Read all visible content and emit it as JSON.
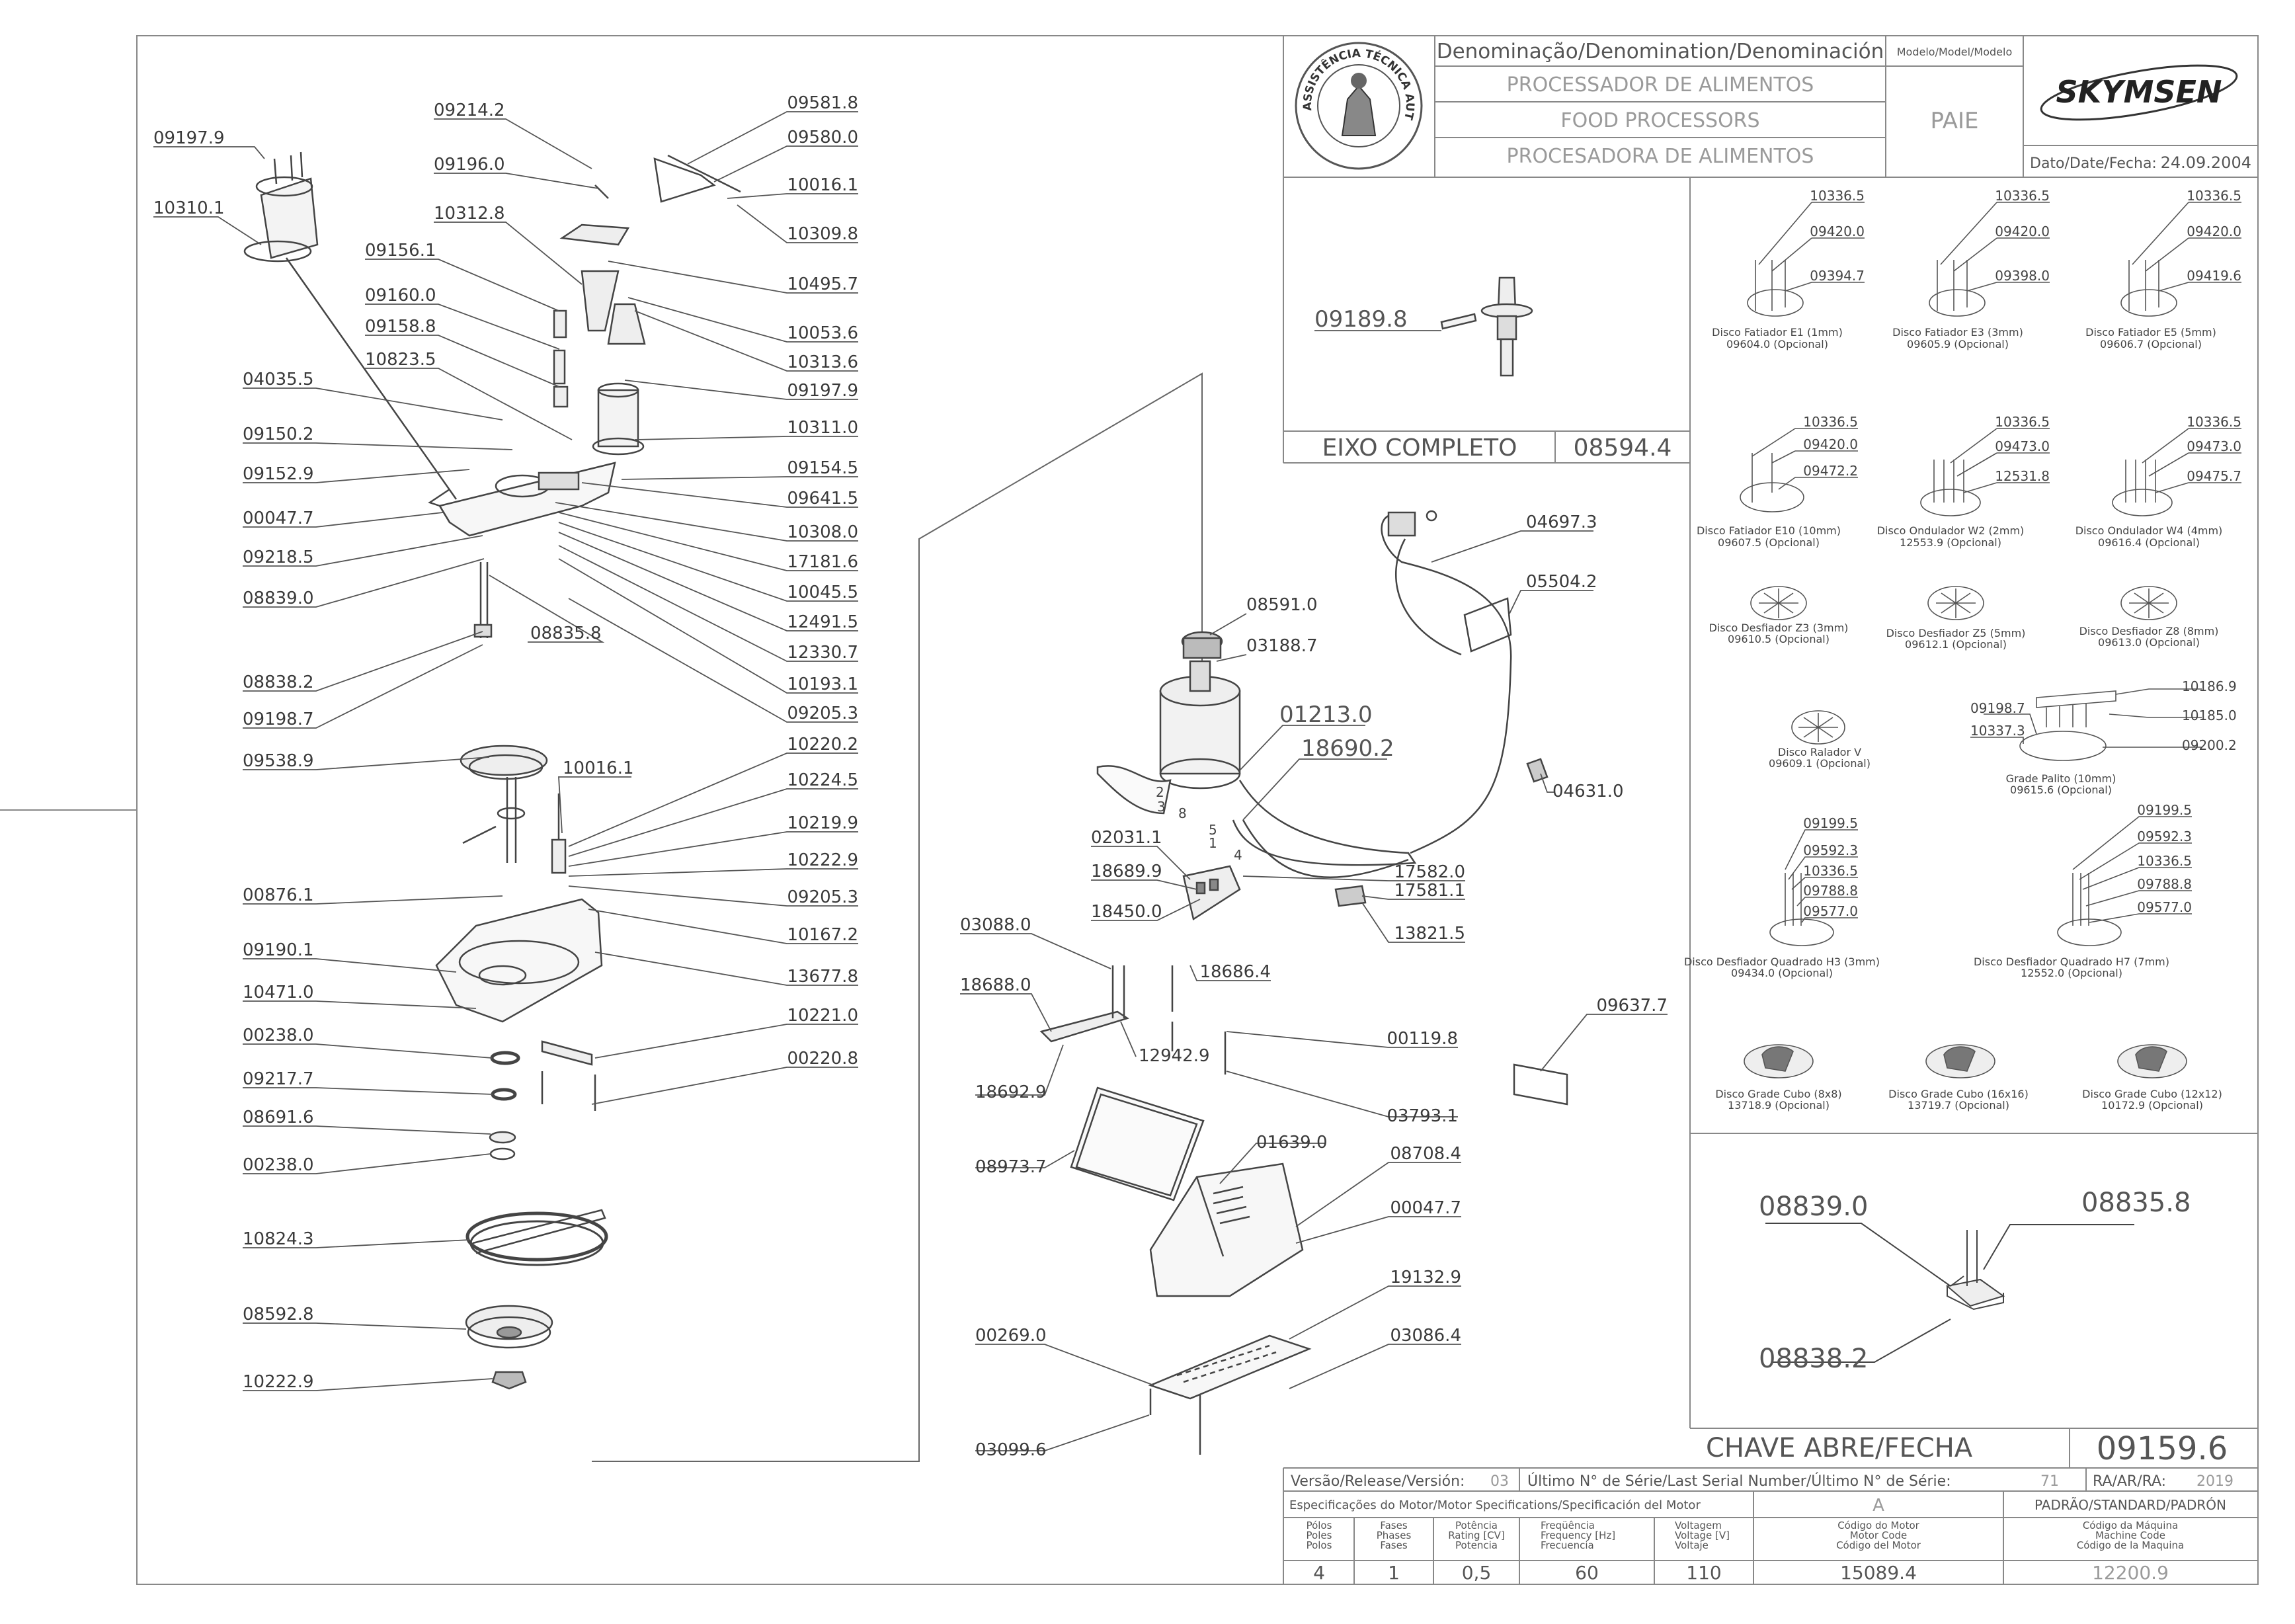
{
  "title_block": {
    "denomination_header": "Denominação/Denomination/Denominación",
    "model_header": "Modelo/Model/Modelo",
    "name_pt": "PROCESSADOR DE ALIMENTOS",
    "name_en": "FOOD PROCESSORS",
    "name_es": "PROCESADORA DE ALIMENTOS",
    "model": "PAIE",
    "brand": "SKYMSEN",
    "date_label": "Dato/Date/Fecha:",
    "date": "24.09.2004",
    "seal_text": "ASSISTÊNCIA TÉCNICA AUTORIZADA"
  },
  "left_labels": [
    {
      "id": "09197.9"
    },
    {
      "id": "10310.1"
    },
    {
      "id": "09214.2"
    },
    {
      "id": "09196.0"
    },
    {
      "id": "10312.8"
    },
    {
      "id": "09156.1"
    },
    {
      "id": "09160.0"
    },
    {
      "id": "09158.8"
    },
    {
      "id": "10823.5"
    },
    {
      "id": "04035.5"
    },
    {
      "id": "09150.2"
    },
    {
      "id": "09152.9"
    },
    {
      "id": "00047.7"
    },
    {
      "id": "09218.5"
    },
    {
      "id": "08839.0"
    },
    {
      "id": "08835.8"
    },
    {
      "id": "08838.2"
    },
    {
      "id": "09198.7"
    },
    {
      "id": "09581.8"
    },
    {
      "id": "09580.0"
    },
    {
      "id": "10016.1"
    },
    {
      "id": "10309.8"
    },
    {
      "id": "10495.7"
    },
    {
      "id": "10053.6"
    },
    {
      "id": "10313.6"
    },
    {
      "id": "09197.9"
    },
    {
      "id": "10311.0"
    },
    {
      "id": "09154.5"
    },
    {
      "id": "09641.5"
    },
    {
      "id": "10308.0"
    },
    {
      "id": "17181.6"
    },
    {
      "id": "10045.5"
    },
    {
      "id": "12491.5"
    },
    {
      "id": "12330.7"
    },
    {
      "id": "10193.1"
    },
    {
      "id": "09205.3"
    },
    {
      "id": "09538.9"
    },
    {
      "id": "10016.1"
    },
    {
      "id": "10220.2"
    },
    {
      "id": "10224.5"
    },
    {
      "id": "10219.9"
    },
    {
      "id": "10222.9"
    },
    {
      "id": "09205.3"
    },
    {
      "id": "10167.2"
    },
    {
      "id": "13677.8"
    },
    {
      "id": "00876.1"
    },
    {
      "id": "09190.1"
    },
    {
      "id": "10471.0"
    },
    {
      "id": "10221.0"
    },
    {
      "id": "00220.8"
    },
    {
      "id": "00238.0"
    },
    {
      "id": "09217.7"
    },
    {
      "id": "08691.6"
    },
    {
      "id": "00238.0"
    },
    {
      "id": "10824.3"
    },
    {
      "id": "08592.8"
    },
    {
      "id": "10222.9"
    }
  ],
  "center_labels": [
    {
      "id": "04697.3"
    },
    {
      "id": "05504.2"
    },
    {
      "id": "08591.0"
    },
    {
      "id": "03188.7"
    },
    {
      "id": "01213.0"
    },
    {
      "id": "18690.2"
    },
    {
      "id": "04631.0"
    },
    {
      "id": "02031.1"
    },
    {
      "id": "18689.9"
    },
    {
      "id": "18450.0"
    },
    {
      "id": "17582.0"
    },
    {
      "id": "17581.1"
    },
    {
      "id": "13821.5"
    },
    {
      "id": "18686.4"
    },
    {
      "id": "03088.0"
    },
    {
      "id": "18688.0"
    },
    {
      "id": "12942.9"
    },
    {
      "id": "18692.9"
    },
    {
      "id": "09637.7"
    },
    {
      "id": "00119.8"
    },
    {
      "id": "03793.1"
    },
    {
      "id": "08973.7"
    },
    {
      "id": "01639.0"
    },
    {
      "id": "08708.4"
    },
    {
      "id": "00047.7"
    },
    {
      "id": "19132.9"
    },
    {
      "id": "00269.0"
    },
    {
      "id": "03086.4"
    },
    {
      "id": "03099.6"
    }
  ],
  "wire_numbers": [
    "2",
    "3",
    "8",
    "5",
    "1",
    "4"
  ],
  "eixo": {
    "part": "09189.8",
    "caption": "EIXO COMPLETO",
    "code": "08594.4"
  },
  "discs": [
    {
      "parts": [
        "10336.5",
        "09420.0",
        "09394.7"
      ],
      "name": "Disco Fatiador E1 (1mm)",
      "code": "09604.0 (Opcional)"
    },
    {
      "parts": [
        "10336.5",
        "09420.0",
        "09398.0"
      ],
      "name": "Disco Fatiador E3 (3mm)",
      "code": "09605.9 (Opcional)"
    },
    {
      "parts": [
        "10336.5",
        "09420.0",
        "09419.6"
      ],
      "name": "Disco Fatiador E5 (5mm)",
      "code": "09606.7 (Opcional)"
    },
    {
      "parts": [
        "10336.5",
        "09420.0",
        "09472.2"
      ],
      "name": "Disco Fatiador E10 (10mm)",
      "code": "09607.5 (Opcional)"
    },
    {
      "parts": [
        "10336.5",
        "09473.0",
        "12531.8"
      ],
      "name": "Disco Ondulador W2 (2mm)",
      "code": "12553.9 (Opcional)"
    },
    {
      "parts": [
        "10336.5",
        "09473.0",
        "09475.7"
      ],
      "name": "Disco Ondulador W4 (4mm)",
      "code": "09616.4 (Opcional)"
    },
    {
      "parts": [],
      "name": "Disco Desfiador Z3 (3mm)",
      "code": "09610.5 (Opcional)"
    },
    {
      "parts": [],
      "name": "Disco Desfiador Z5 (5mm)",
      "code": "09612.1 (Opcional)"
    },
    {
      "parts": [],
      "name": "Disco Desfiador Z8 (8mm)",
      "code": "09613.0 (Opcional)"
    },
    {
      "parts": [],
      "name": "Disco Ralador V",
      "code": "09609.1 (Opcional)"
    },
    {
      "parts": [
        "10186.9",
        "10185.0",
        "09198.7",
        "10337.3",
        "09200.2"
      ],
      "name": "Grade Palito (10mm)",
      "code": "09615.6 (Opcional)"
    },
    {
      "parts": [
        "09199.5",
        "09592.3",
        "10336.5",
        "09788.8",
        "09577.0"
      ],
      "name": "Disco Desfiador Quadrado H3 (3mm)",
      "code": "09434.0 (Opcional)"
    },
    {
      "parts": [
        "09199.5",
        "09592.3",
        "10336.5",
        "09788.8",
        "09577.0"
      ],
      "name": "Disco Desfiador Quadrado H7 (7mm)",
      "code": "12552.0 (Opcional)"
    },
    {
      "parts": [],
      "name": "Disco Grade Cubo (8x8)",
      "code": "13718.9 (Opcional)"
    },
    {
      "parts": [],
      "name": "Disco Grade Cubo (16x16)",
      "code": "13719.7 (Opcional)"
    },
    {
      "parts": [],
      "name": "Disco Grade Cubo (12x12)",
      "code": "10172.9 (Opcional)"
    }
  ],
  "switch": {
    "parts": [
      "08839.0",
      "08835.8",
      "08838.2"
    ],
    "caption": "CHAVE ABRE/FECHA",
    "code": "09159.6"
  },
  "footer": {
    "version_label": "Versão/Release/Versión:",
    "version": "03",
    "serial_label": "Último N° de Série/Last Serial Number/Último N° de Série:",
    "serial": "71",
    "ra_label": "RA/AR/RA:",
    "ra": "2019",
    "motor_spec": "Especificações do Motor/Motor Specifications/Specificación del Motor",
    "letter": "A",
    "standard": "PADRÃO/STANDARD/PADRÓN",
    "col_poles": [
      "Pólos",
      "Poles",
      "Polos"
    ],
    "col_phases": [
      "Fases",
      "Phases",
      "Fases"
    ],
    "col_power": [
      "Potência",
      "Rating [CV]",
      "Potencia"
    ],
    "col_freq": [
      "Freqüência",
      "Frequency [Hz]",
      "Frecuencia"
    ],
    "col_volt": [
      "Voltagem",
      "Voltage [V]",
      "Voltaje"
    ],
    "col_motor": [
      "Código do Motor",
      "Motor Code",
      "Código del Motor"
    ],
    "col_machine": [
      "Código da Máquina",
      "Machine Code",
      "Código de la Maquina"
    ],
    "poles": "4",
    "phases": "1",
    "power": "0,5",
    "freq": "60",
    "volt": "110",
    "motor_code": "15089.4",
    "machine_code": "12200.9"
  }
}
